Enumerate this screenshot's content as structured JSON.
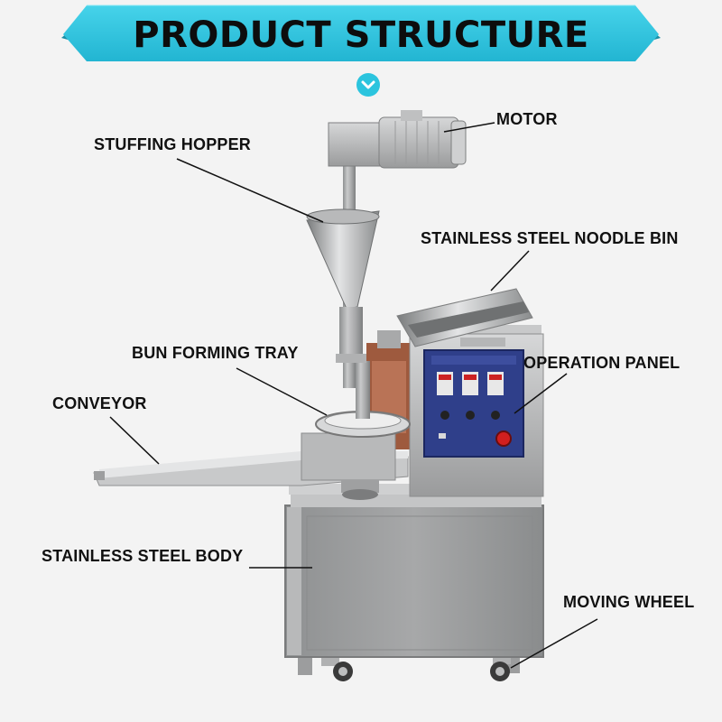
{
  "header": {
    "title": "PRODUCT STRUCTURE",
    "banner_color": "#2bc4de",
    "badge_icon": "chevron-down-icon"
  },
  "labels": {
    "motor": "MOTOR",
    "stuffing_hopper": "STUFFING HOPPER",
    "noodle_bin": "STAINLESS STEEL NOODLE BIN",
    "bun_forming_tray": "BUN FORMING TRAY",
    "operation_panel": "OPERATION PANEL",
    "conveyor": "CONVEYOR",
    "body": "STAINLESS STEEL BODY",
    "moving_wheel": "MOVING WHEEL"
  },
  "colors": {
    "accent": "#2bc4de",
    "accent_dark": "#1a8fa6",
    "steel": "#a9aaab",
    "panel_blue": "#2f3f8a",
    "leader_line": "#111111"
  }
}
